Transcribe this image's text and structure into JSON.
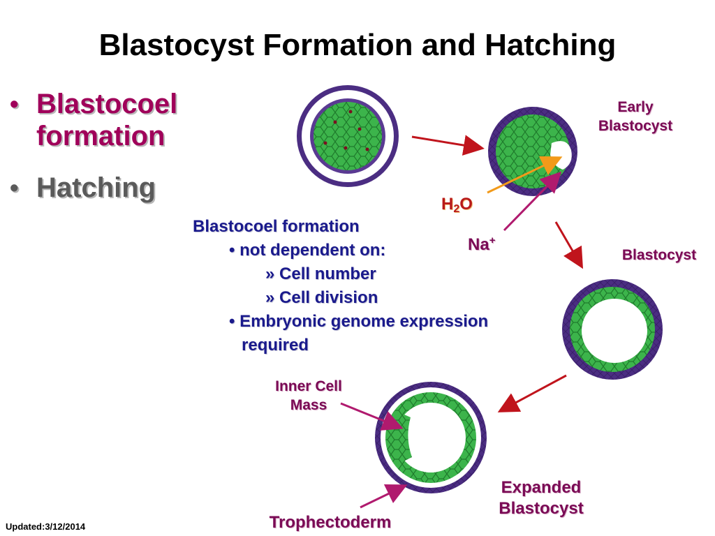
{
  "title": "Blastocyst Formation and Hatching",
  "bullets": [
    {
      "text_line1": "Blastocoel",
      "text_line2": "formation",
      "color": "#a0005a"
    },
    {
      "text_line1": "Hatching",
      "color": "#5a5a5a"
    }
  ],
  "note": {
    "heading": "Blastocoel formation",
    "item1": "not dependent on:",
    "sub1": "» Cell number",
    "sub2": "» Cell division",
    "item2_line1": "Embryonic genome expression",
    "item2_line2": "required"
  },
  "labels": {
    "early_blastocyst_line1": "Early",
    "early_blastocyst_line2": "Blastocyst",
    "h2o_main": "H",
    "h2o_sub": "2",
    "h2o_tail": "O",
    "na_main": "Na",
    "na_sup": "+",
    "blastocyst": "Blastocyst",
    "inner_cell_mass_line1": "Inner Cell",
    "inner_cell_mass_line2": "Mass",
    "expanded_line1": "Expanded",
    "expanded_line2": "Blastocyst",
    "trophectoderm": "Trophectoderm"
  },
  "footer": "Updated:3/12/2014",
  "colors": {
    "zona": "#4b2d82",
    "cell_green": "#3cb44b",
    "arrow_red": "#c0141c",
    "arrow_magenta": "#b01a6e",
    "arrow_orange": "#f29a1a"
  }
}
